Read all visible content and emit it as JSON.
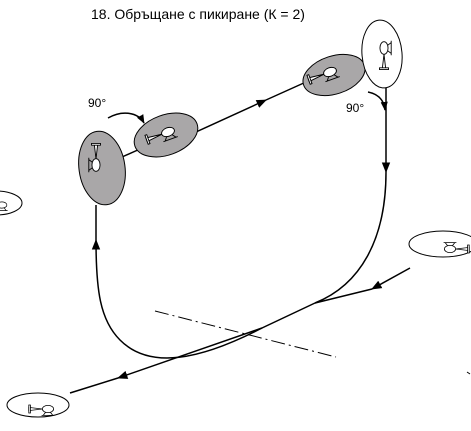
{
  "title": "18. Обръщане с  пикиране (К = 2)",
  "rotation_labels": [
    "90°",
    "90°"
  ],
  "colors": {
    "line": "#000000",
    "rotor_disc_shaded": "#a9a7a8",
    "background": "#ffffff"
  },
  "icons": [
    "helicopter-icon",
    "rotor-disc-icon",
    "direction-arrow-icon",
    "rotation-arrow-icon"
  ]
}
